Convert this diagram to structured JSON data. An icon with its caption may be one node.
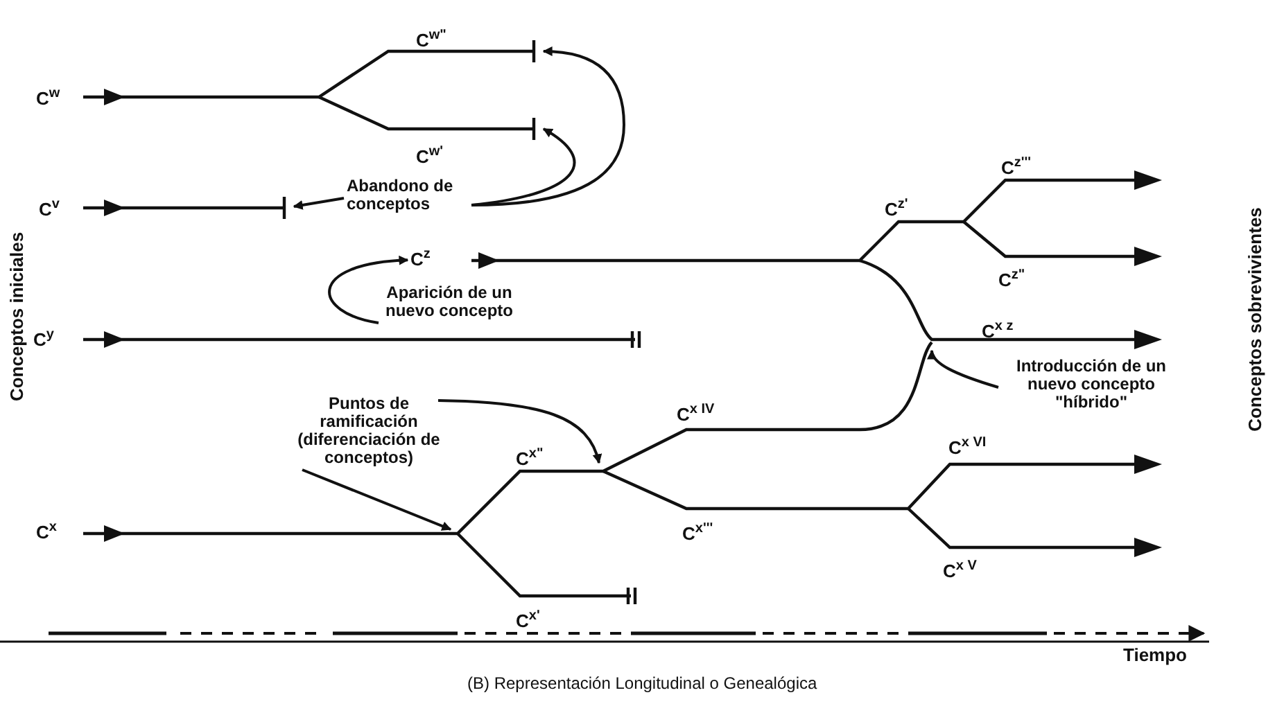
{
  "diagram": {
    "caption": "(B) Representación Longitudinal o Genealógica",
    "nodes": [
      {
        "text": [
          "Abandono de conceptos"
        ]
      },
      {
        "text": [
          "Aparición de un nuevo concepto"
        ]
      },
      {
        "text": [
          "Puntos de ramificación (diferenciación de conceptos)"
        ]
      },
      {
        "text": [
          "Introducción de un nuevo concepto \"híbrido\""
        ]
      },
      {
        "text": [
          "C$^{z}$"
        ]
      }
    ],
    "edges": [
      {
        "from": 0,
        "to": null,
        "arrow": "to"
      },
      {
        "from": 0,
        "to": null,
        "arrow": "to"
      },
      {
        "from": 0,
        "to": null,
        "arrow": "to"
      },
      {
        "from": 1,
        "to": 4,
        "arrow": "to"
      },
      {
        "from": 2,
        "to": null,
        "arrow": "to"
      },
      {
        "from": 2,
        "to": null,
        "arrow": "to"
      },
      {
        "from": 3,
        "to": null,
        "arrow": "to"
      }
    ],
    "labels": [
      "C$^{w\"}$",
      "C$^{w}$",
      "C$^{w'}$",
      "C$^{v}$",
      "Conceptos iniciales",
      "C$^{y}$",
      "C$^{z'''}$",
      "C$^{z'}$",
      "C$^{z\"}$",
      "C$^{x z}$",
      "C$^{x IV}$",
      "C$^{x\"}$",
      "C$^{x VI}$",
      "C$^{x}$",
      "C$^{x'''}$",
      "C$^{x V}$",
      "C$^{x'}$",
      "Conceptos sobrevivientes",
      "Tiempo"
    ]
  }
}
